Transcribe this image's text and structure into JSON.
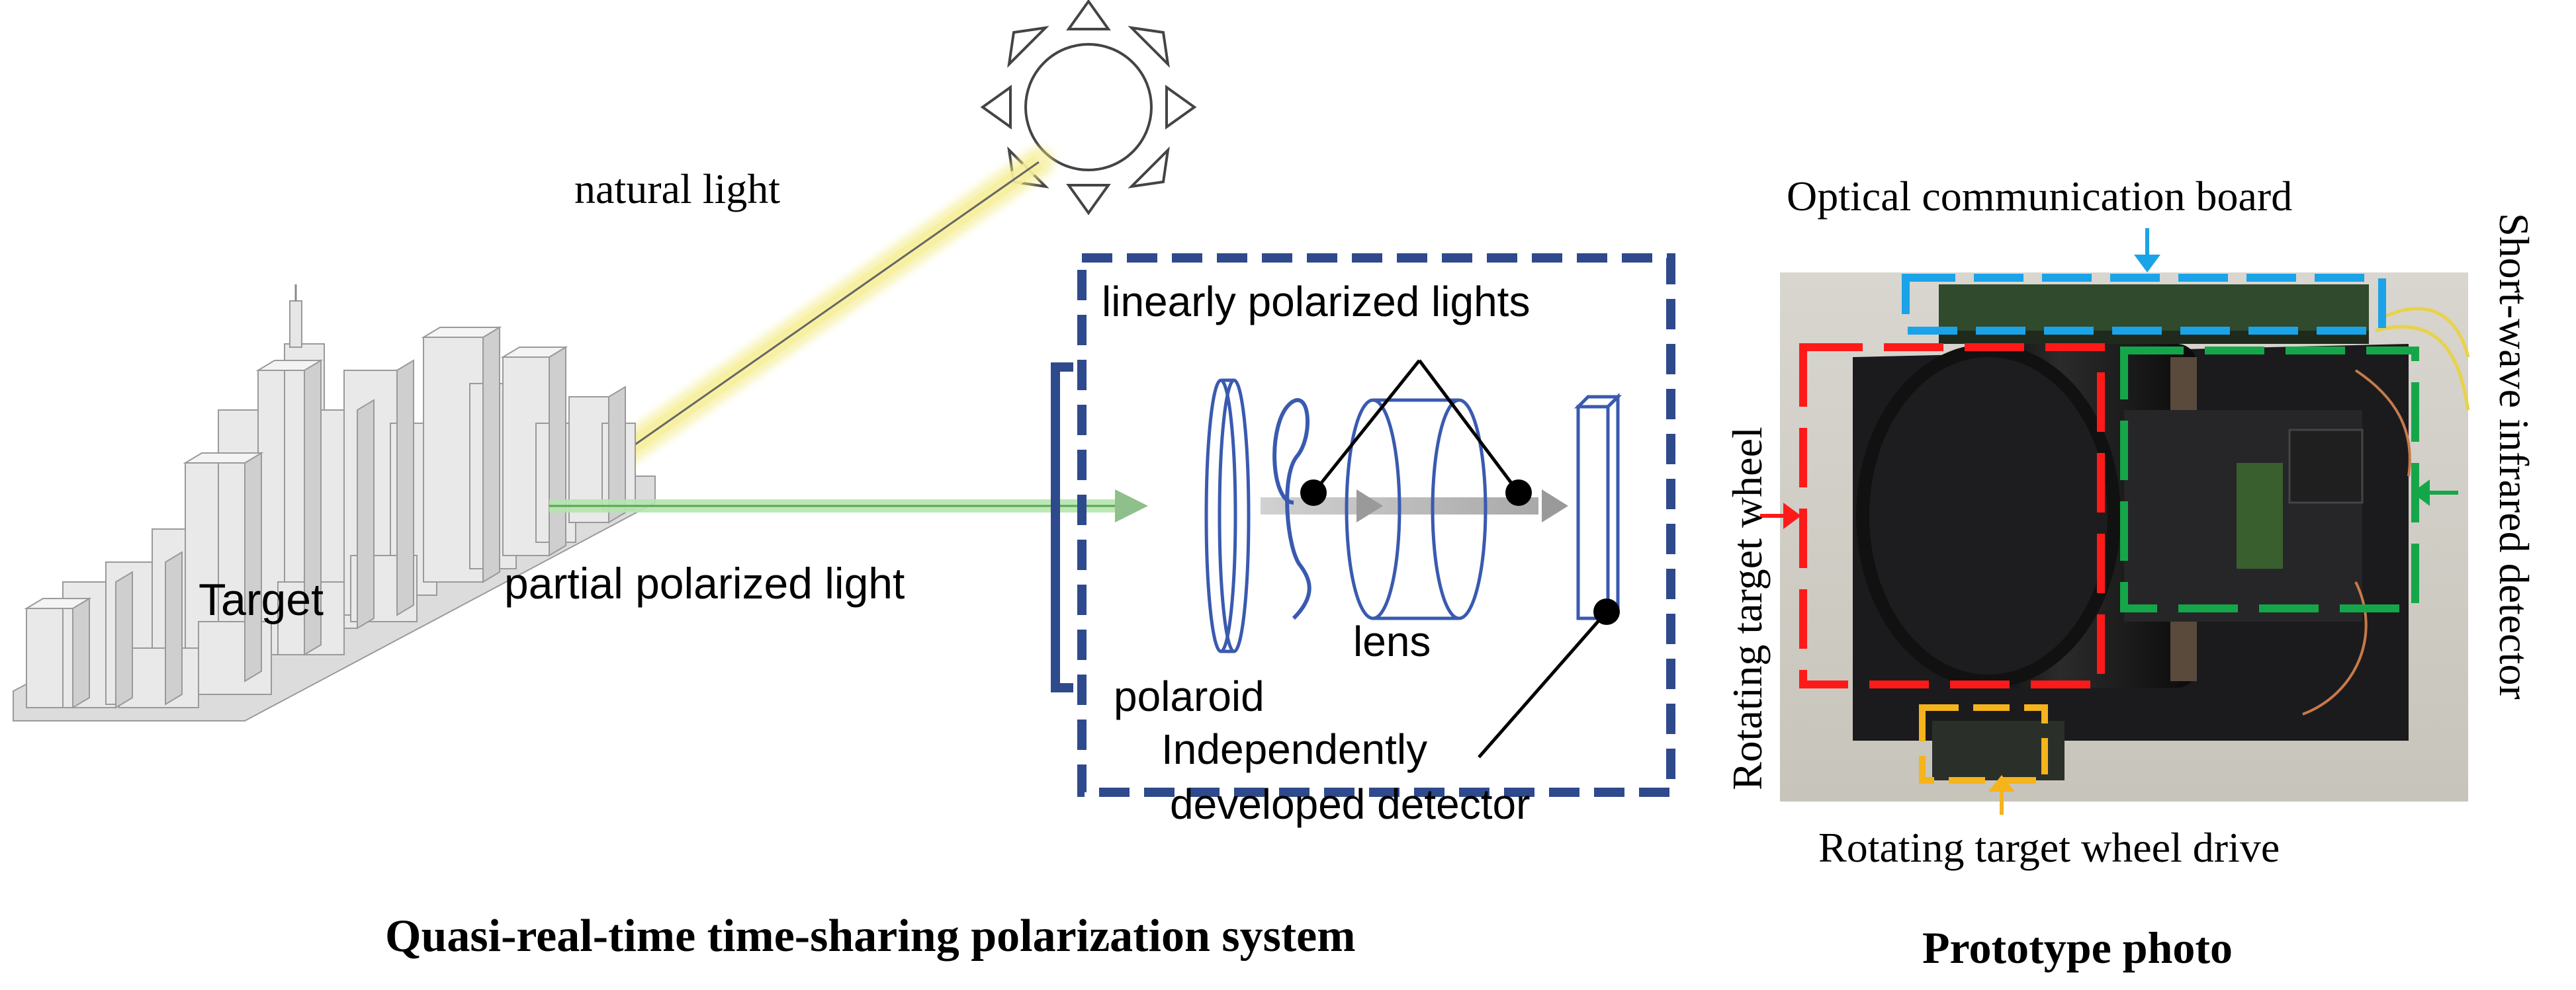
{
  "left_figure": {
    "caption": "Quasi-real-time time-sharing polarization system",
    "labels": {
      "natural_light": "natural light",
      "target": "Target",
      "partial_polarized_light": "partial polarized light",
      "linearly_polarized_lights": "linearly polarized lights",
      "lens": "lens",
      "polaroid": "polaroid",
      "detector_line1": "Independently",
      "detector_line2": "developed detector"
    }
  },
  "right_figure": {
    "caption": "Prototype photo",
    "labels": {
      "optical_communication_board": "Optical communication board",
      "rotating_target_wheel": "Rotating target wheel",
      "short_wave_infrared_detector": "Short-wave infrared detector",
      "rotating_target_wheel_drive": "Rotating target wheel drive"
    }
  },
  "colors": {
    "dashed_frame": "#2e4a8c",
    "optics_outline": "#3a5ab0",
    "sunbeam": "#f2e97a",
    "polarized_beam": "#8fd88a",
    "red_box": "#ff1a1a",
    "blue_box": "#1aa3e8",
    "green_box": "#16a64a",
    "yellow_box": "#f5b31c"
  }
}
